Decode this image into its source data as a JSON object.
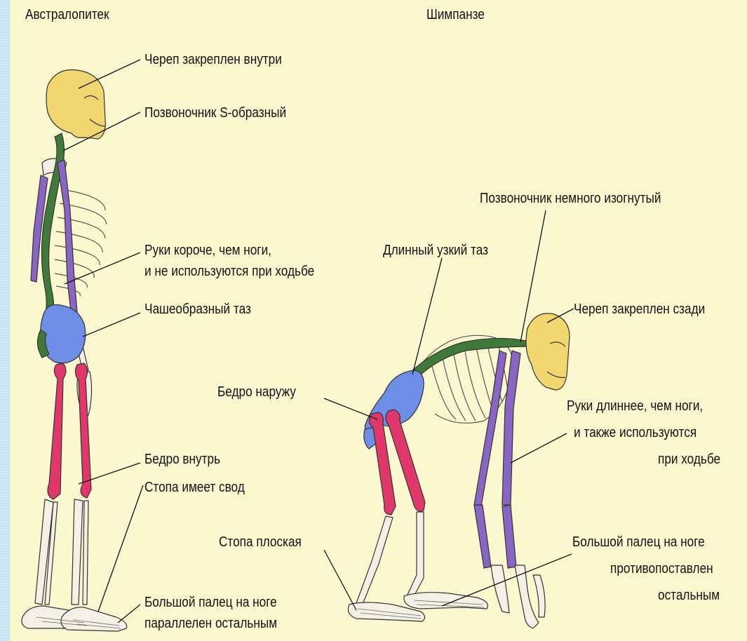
{
  "titles": {
    "left": "Австралопитек",
    "right": "Шимпанзе"
  },
  "australopithecus": {
    "skull": "Череп закреплен внутри",
    "spine": "Позвоночник S-образный",
    "arms_line1": "Руки короче, чем ноги,",
    "arms_line2": "и не используются при ходьбе",
    "pelvis": "Чашеобразный таз",
    "femur": "Бедро внутрь",
    "foot": "Стопа имеет свод",
    "toe_line1": "Большой палец на ноге",
    "toe_line2": "параллелен остальным"
  },
  "chimpanzee": {
    "spine": "Позвоночник немного изогнутый",
    "pelvis": "Длинный узкий таз",
    "skull": "Череп закреплен сзади",
    "femur": "Бедро наружу",
    "arms_line1": "Руки длиннее, чем ноги,",
    "arms_line2": "и также используются",
    "arms_line3": "при ходьбе",
    "foot": "Стопа плоская",
    "toe_line1": "Большой палец на ноге",
    "toe_line2": "противопоставлен",
    "toe_line3": "остальным"
  },
  "colors": {
    "skull": "#f2d770",
    "spine": "#3f7a3a",
    "pelvis": "#6f8ee8",
    "femur": "#e0386a",
    "arm": "#8a66c4",
    "bone": "#f4f0e6",
    "background": "#fbf8cf"
  }
}
